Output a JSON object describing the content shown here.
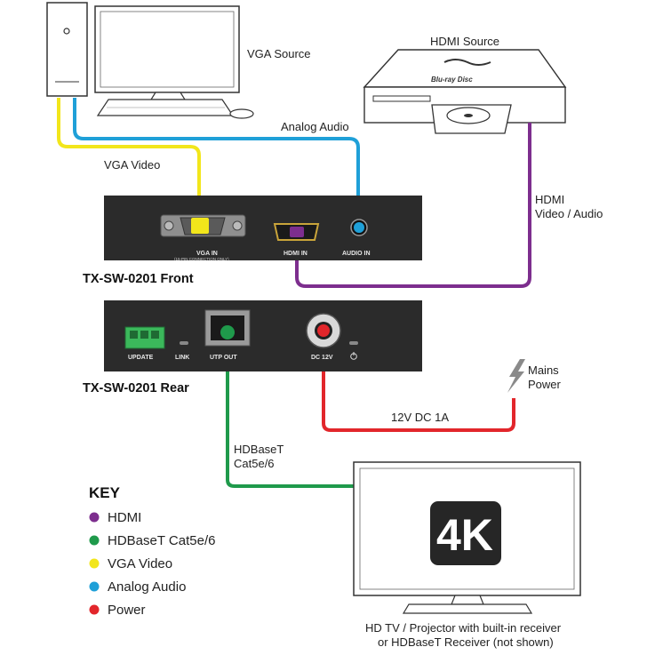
{
  "labels": {
    "vga_source": "VGA Source",
    "hdmi_source": "HDMI Source",
    "analog_audio": "Analog Audio",
    "vga_video": "VGA Video",
    "hdmi_video_audio_1": "HDMI",
    "hdmi_video_audio_2": "Video / Audio",
    "mains_power_1": "Mains",
    "mains_power_2": "Power",
    "dc_power": "12V DC 1A",
    "hdbaset_1": "HDBaseT",
    "hdbaset_2": "Cat5e/6",
    "display_1": "HD TV / Projector with built-in receiver",
    "display_2": "or HDBaseT Receiver (not shown)",
    "badge": "4K",
    "bluray_brand": "Blu-ray Disc"
  },
  "front_unit": {
    "title": "TX-SW-0201 Front",
    "ports": {
      "vga_in": "VGA IN",
      "vga_sub": "(15-PIN CONNECTION ONLY)",
      "hdmi_in": "HDMI IN",
      "audio_in": "AUDIO IN"
    }
  },
  "rear_unit": {
    "title": "TX-SW-0201 Rear",
    "ports": {
      "update": "UPDATE",
      "link": "LINK",
      "utp_out": "UTP OUT",
      "dc_12v": "DC 12V"
    }
  },
  "key": {
    "title": "KEY",
    "items": [
      {
        "label": "HDMI",
        "color": "#7d2e8e"
      },
      {
        "label": "HDBaseT Cat5e/6",
        "color": "#1f9a4b"
      },
      {
        "label": "VGA Video",
        "color": "#f2e61b"
      },
      {
        "label": "Analog Audio",
        "color": "#1fa0d8"
      },
      {
        "label": "Power",
        "color": "#e2262b"
      }
    ]
  },
  "colors": {
    "hdmi": "#7d2e8e",
    "hdbaset": "#1f9a4b",
    "vga": "#f2e61b",
    "audio": "#1fa0d8",
    "power": "#e2262b",
    "unit_body": "#2b2b2b"
  }
}
